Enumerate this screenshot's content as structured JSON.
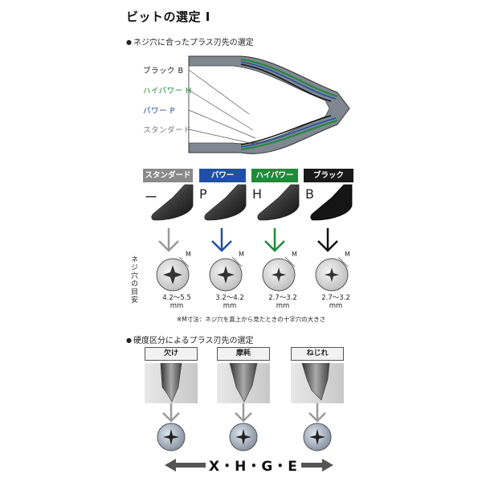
{
  "title": "ビットの選定 I",
  "section1": "ネジ穴に合ったプラス刃先の選定",
  "profile_labels": [
    {
      "text": "ブラック B",
      "color": "#222222"
    },
    {
      "text": "ハイパワー H",
      "color": "#1e8a3a"
    },
    {
      "text": "パワー P",
      "color": "#1f4fa8"
    },
    {
      "text": "スタンダード",
      "color": "#777777"
    }
  ],
  "types": [
    {
      "name": "スタンダード",
      "letter": "ー",
      "color": "#8a8a8a",
      "range": "4.2〜5.5",
      "unit": "mm"
    },
    {
      "name": "パワー",
      "letter": "P",
      "color": "#1f4fa8",
      "range": "3.2〜4.2",
      "unit": "mm"
    },
    {
      "name": "ハイパワー",
      "letter": "H",
      "color": "#1e8a3a",
      "range": "2.7〜3.2",
      "unit": "mm"
    },
    {
      "name": "ブラック",
      "letter": "B",
      "color": "#1a1a1a",
      "range": "2.7〜3.2",
      "unit": "mm"
    }
  ],
  "m_label": "M",
  "vertical_label": "ネジ穴の目安",
  "note": "※M寸法：ネジ穴を真上から見たときの十字穴の大きさ",
  "section2": "硬度区分によるプラス刃先の選定",
  "damage_types": [
    "欠け",
    "摩耗",
    "ねじれ"
  ],
  "hardness_scale": "X・H・G・E"
}
